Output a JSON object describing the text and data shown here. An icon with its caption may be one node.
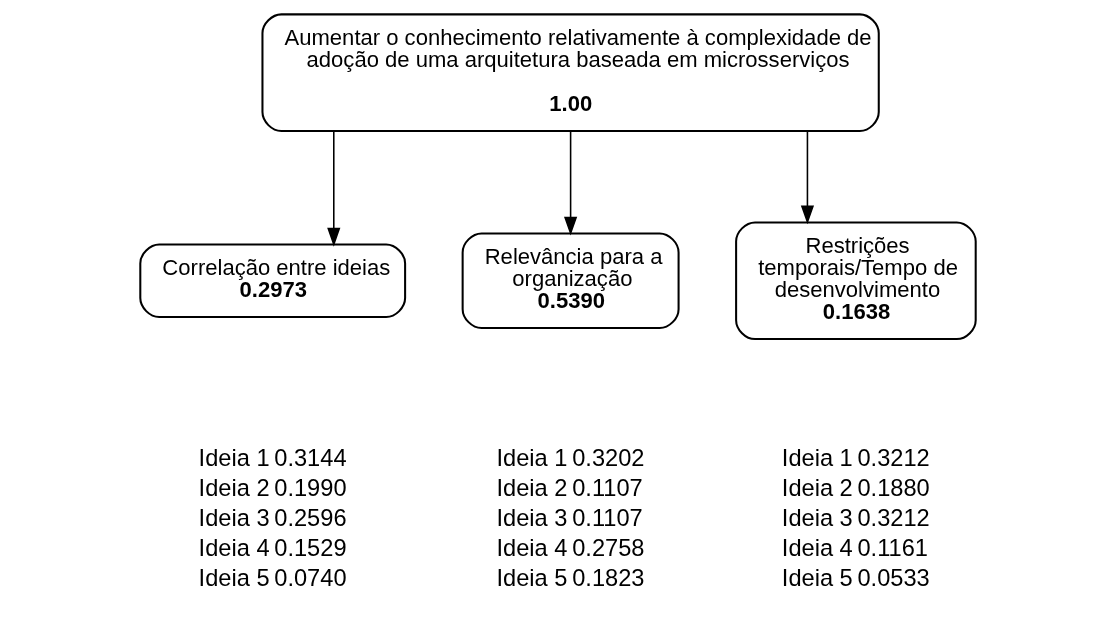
{
  "diagram": {
    "nodes": [
      {
        "text": [
          "Aumentar o conhecimento relativamente à complexidade de adoção de uma arquitetura baseada em microsserviços",
          "1.00"
        ]
      },
      {
        "text": [
          "Correlação entre ideias",
          "0.2973"
        ]
      },
      {
        "text": [
          "Relevância para a organização",
          "0.5390"
        ]
      },
      {
        "text": [
          "Restrições temporais/Tempo de desenvolvimento",
          "0.1638"
        ]
      }
    ],
    "edges": [
      {
        "from": 0,
        "to": 1,
        "arrow": "to"
      },
      {
        "from": 0,
        "to": 2,
        "arrow": "to"
      },
      {
        "from": 0,
        "to": 3,
        "arrow": "to"
      }
    ],
    "labels": [
      "Ideia 1",
      "0.3144",
      "Ideia 2",
      "0.1990",
      "Ideia 3",
      "0.2596",
      "Ideia 4",
      "0.1529",
      "Ideia 5",
      "0.0740",
      "Ideia 1",
      "0.3202",
      "Ideia 2",
      "0.1107",
      "Ideia 3",
      "0.1107",
      "Ideia 4",
      "0.2758",
      "Ideia 5",
      "0.1823",
      "Ideia 1",
      "0.3212",
      "Ideia 2",
      "0.1880",
      "Ideia 3",
      "0.3212",
      "Ideia 4",
      "0.1161",
      "Ideia 5",
      "0.0533"
    ]
  }
}
